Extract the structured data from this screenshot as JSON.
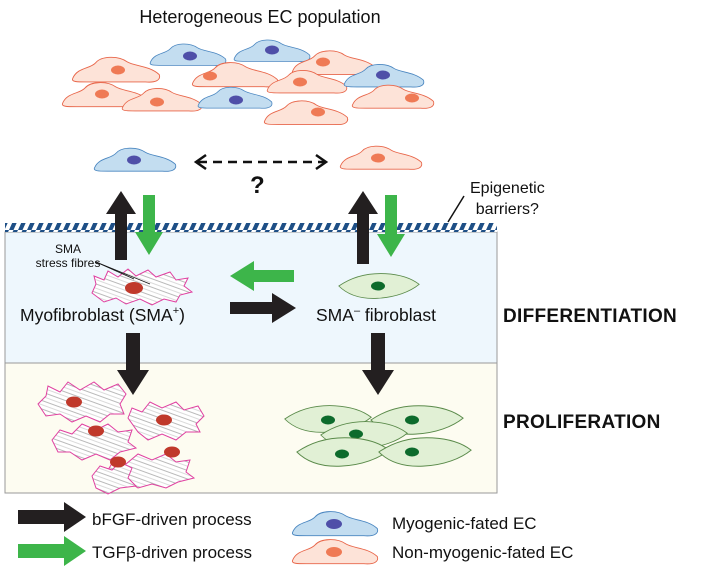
{
  "header": {
    "title": "Heterogeneous EC population"
  },
  "transition": {
    "question": "?"
  },
  "barrier": {
    "line1": "Epigenetic",
    "line2": "barriers?"
  },
  "labels": {
    "sma_line1": "SMA",
    "sma_line2": "stress fibres",
    "myofibroblast": "Myofibroblast (SMA",
    "myofibroblast_sup": "+",
    "myofibroblast_end": ")",
    "fibroblast_prefix": "SMA",
    "fibroblast_sup": "–",
    "fibroblast_suffix": " fibroblast"
  },
  "stages": {
    "differentiation": "DIFFERENTIATION",
    "proliferation": "PROLIFERATION"
  },
  "legend": {
    "black_arrow": "bFGF-driven process",
    "green_arrow": "TGFβ-driven process",
    "blue_cell": "Myogenic-fated EC",
    "orange_cell": "Non-myogenic-fated EC"
  },
  "colors": {
    "black_arrow": "#231f20",
    "green_arrow": "#3db54a",
    "myogenic_cell_fill": "#c3ddf0",
    "myogenic_nucleus": "#4f4fa8",
    "non_myogenic_cell_fill": "#fde3d8",
    "non_myogenic_nucleus": "#ef7a55",
    "myofibroblast_outline": "#e040a0",
    "myofibroblast_nucleus": "#c0392b",
    "fibroblast_fill": "#e1f0d5",
    "fibroblast_nucleus": "#0d6b2c",
    "differentiation_bg": "#eef7fd",
    "proliferation_bg": "#fdfcf1",
    "barrier_stripe": "#1e4f86"
  }
}
